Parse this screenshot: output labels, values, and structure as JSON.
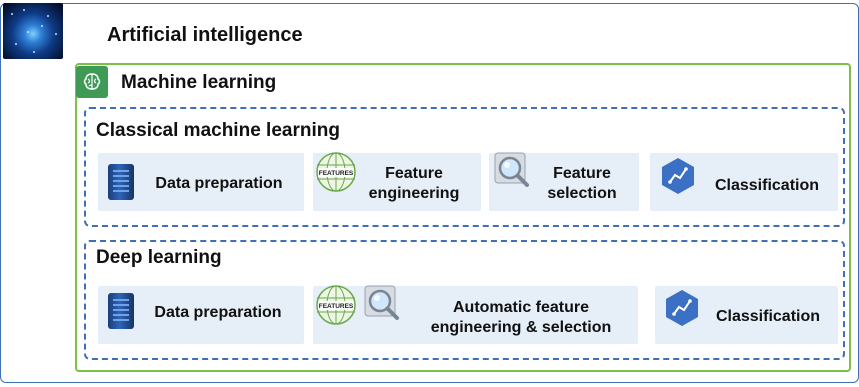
{
  "ai": {
    "title": "Artificial intelligence"
  },
  "ml": {
    "title": "Machine learning"
  },
  "classical": {
    "title": "Classical machine learning",
    "steps": [
      {
        "label_lines": [
          "Data preparation"
        ],
        "icon": "server-icon"
      },
      {
        "label_lines": [
          "Feature",
          "engineering"
        ],
        "icon": "globe-features-icon",
        "icon_text": "FEATURES"
      },
      {
        "label_lines": [
          "Feature",
          "selection"
        ],
        "icon": "magnifier-icon"
      },
      {
        "label_lines": [
          "Classification"
        ],
        "icon": "hexagon-chart-icon"
      }
    ]
  },
  "deep": {
    "title": "Deep learning",
    "steps": [
      {
        "label_lines": [
          "Data preparation"
        ],
        "icon": "server-icon"
      },
      {
        "label_lines": [
          "Automatic feature",
          "engineering & selection"
        ],
        "icons": [
          "globe-features-icon",
          "magnifier-icon"
        ],
        "icon_text": "FEATURES"
      },
      {
        "label_lines": [
          "Classification"
        ],
        "icon": "hexagon-chart-icon"
      }
    ]
  },
  "colors": {
    "ai_border": "#3f6fb6",
    "ml_border": "#7bbf45",
    "ml_icon_bg": "#3f9a55",
    "dashed_border": "#3f6fb6",
    "card_bg": "#e6eef8",
    "hex_fill": "#3b70c4"
  }
}
